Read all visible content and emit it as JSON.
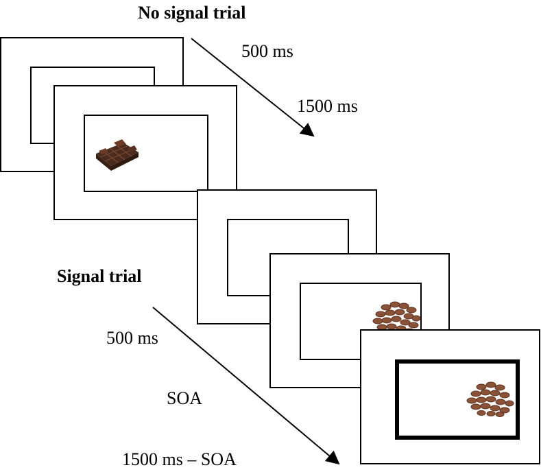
{
  "no_signal_trial": {
    "title": "No signal trial",
    "timings": [
      "500 ms",
      "1500 ms"
    ],
    "stimulus_icon": "chocolate-bar-icon"
  },
  "signal_trial": {
    "title": "Signal trial",
    "timings": [
      "500 ms",
      "SOA",
      "1500 ms – SOA"
    ],
    "stimulus_icon": "chocolate-buttons-icon",
    "signal_cue": "thick-border"
  },
  "colors": {
    "frame_stroke": "#000000",
    "chocolate_dark": "#4a2a1c",
    "chocolate_mid": "#6b3b27",
    "chocolate_light": "#9b5f42",
    "button_main": "#8a5236",
    "button_shadow": "#5e3321"
  }
}
